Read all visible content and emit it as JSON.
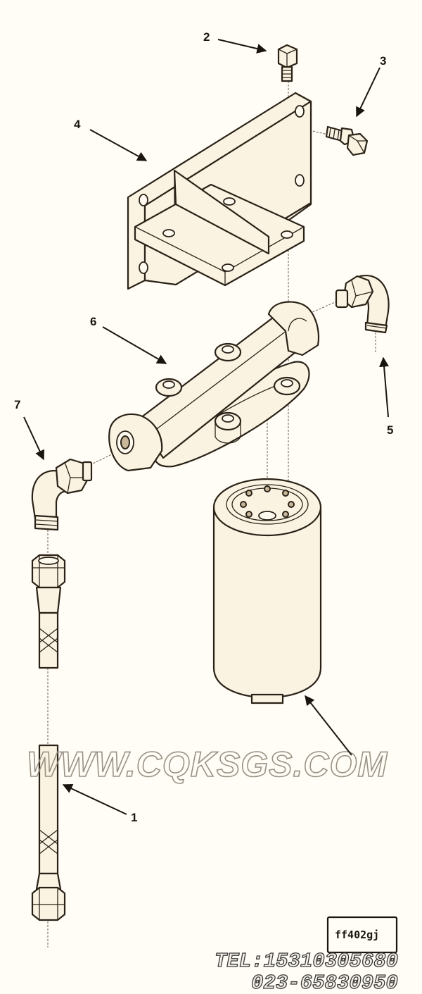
{
  "callouts": [
    "1",
    "2",
    "3",
    "4",
    "5",
    "6",
    "7"
  ],
  "watermark": "WWW.CQKSGS.COM",
  "figure_id": "ff402gj",
  "contact": {
    "tel": "TEL:15310305680",
    "phone": "023-65830950"
  }
}
